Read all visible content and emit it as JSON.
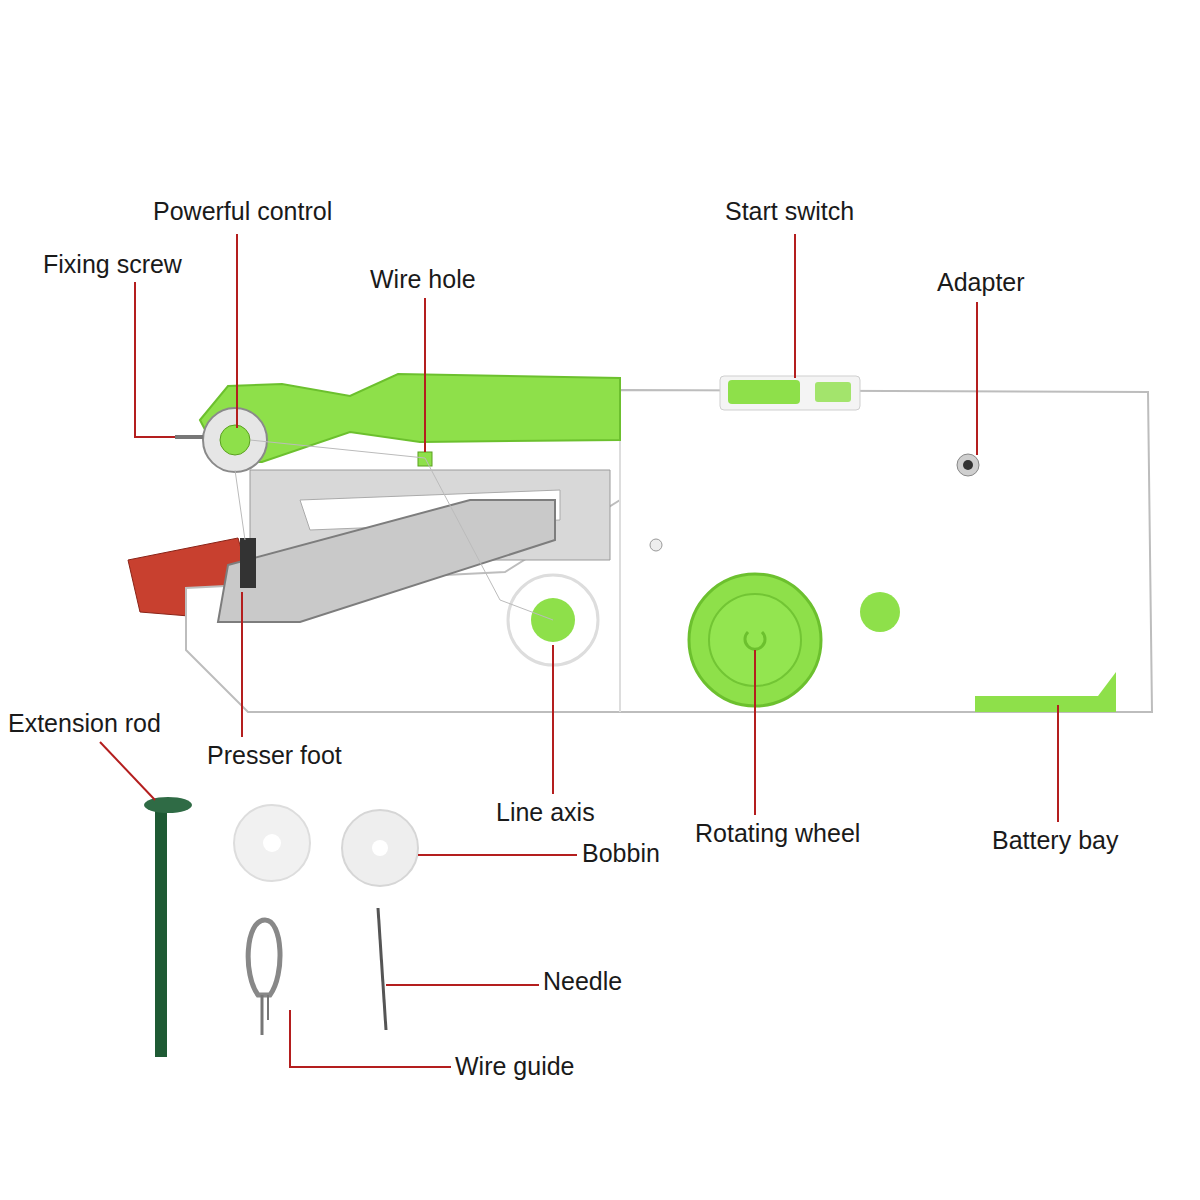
{
  "diagram": {
    "labels": [
      "Powerful control",
      "Fixing screw",
      "Wire hole",
      "Start switch",
      "Adapter",
      "Extension rod",
      "Presser foot",
      "Line axis",
      "Rotating wheel",
      "Battery bay",
      "Bobbin",
      "Needle",
      "Wire guide"
    ]
  }
}
